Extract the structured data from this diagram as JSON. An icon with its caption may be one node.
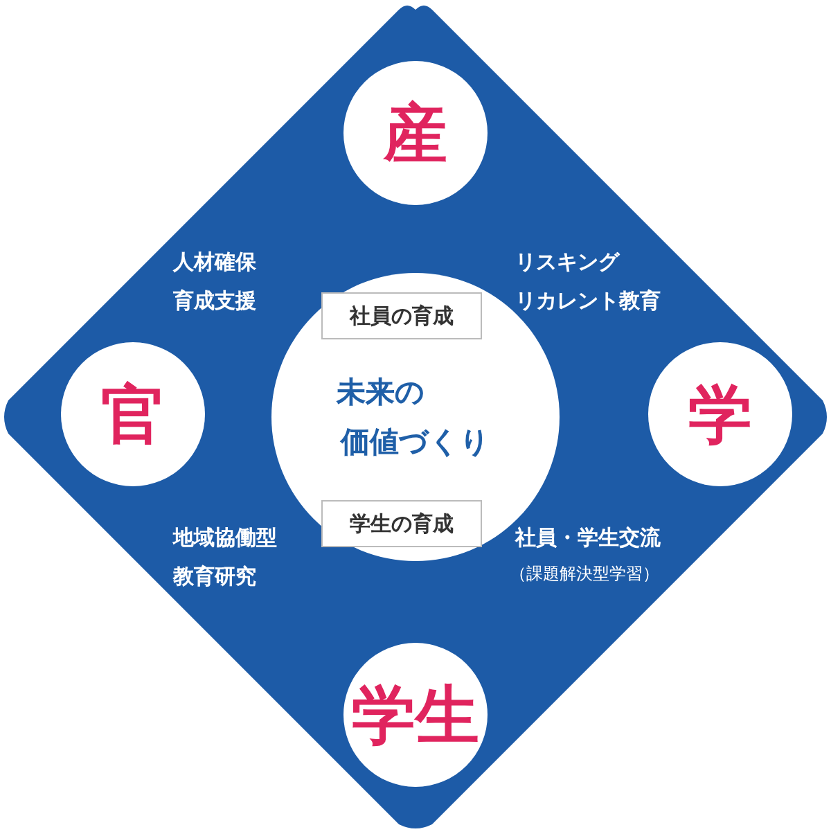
{
  "diagram": {
    "nodes": [
      {
        "text": [],
        "shape": "diamond"
      },
      {
        "text": [
          "産"
        ],
        "in": 0
      },
      {
        "text": [
          "官"
        ],
        "in": 0
      },
      {
        "text": [
          "社員の育成"
        ],
        "in": 4
      },
      {
        "text": [
          "未来の価値づくり"
        ],
        "in": 0
      },
      {
        "text": [
          "学"
        ],
        "in": 0
      },
      {
        "text": [
          "学生の育成"
        ],
        "in": 4
      },
      {
        "text": [
          "学生"
        ],
        "in": 0
      }
    ],
    "labels": [
      "人材確保育成支援",
      "リスキングリカレント教育",
      "地域協働型教育研究",
      "社員・学生交流",
      "（課題解決型学習）"
    ]
  }
}
